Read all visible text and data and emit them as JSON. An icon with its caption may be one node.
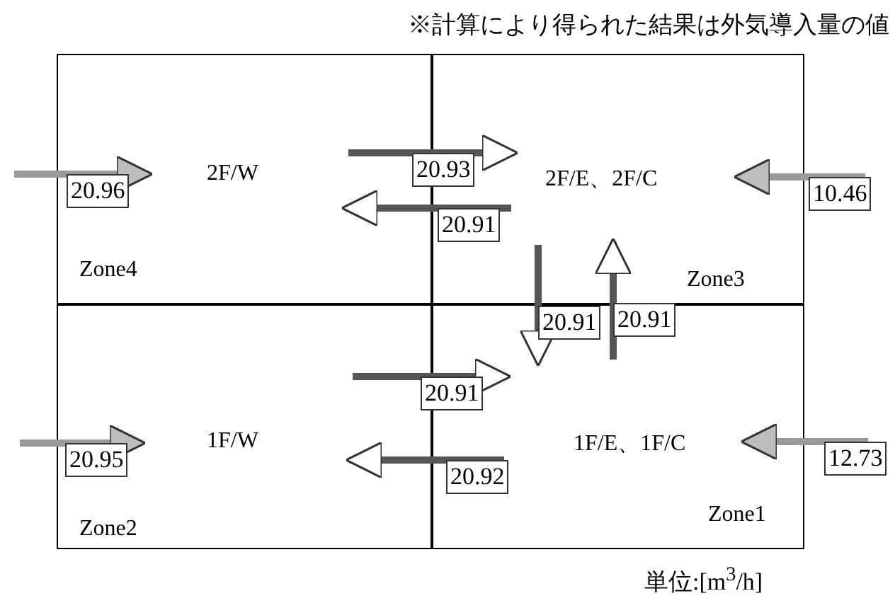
{
  "diagram": {
    "nodes": [
      {
        "text": [
          "2F/W",
          "Zone4"
        ]
      },
      {
        "text": [
          "2F/E、2F/C",
          "Zone3"
        ]
      },
      {
        "text": [
          "1F/W",
          "Zone2"
        ]
      },
      {
        "text": [
          "1F/E、1F/C",
          "Zone1"
        ]
      }
    ],
    "edges": [
      {
        "from": null,
        "to": 0,
        "arrow": "to",
        "label": "20.96"
      },
      {
        "from": 0,
        "to": 1,
        "arrow": "to",
        "label": "20.93"
      },
      {
        "from": 1,
        "to": 0,
        "arrow": "to",
        "label": "20.91"
      },
      {
        "from": 1,
        "to": 3,
        "arrow": "to",
        "label": "20.91"
      },
      {
        "from": 3,
        "to": 1,
        "arrow": "to",
        "label": "20.91"
      },
      {
        "from": 2,
        "to": 3,
        "arrow": "to",
        "label": "20.91"
      },
      {
        "from": 3,
        "to": 2,
        "arrow": "to",
        "label": "20.92"
      },
      {
        "from": null,
        "to": 2,
        "arrow": "to",
        "label": "20.95"
      },
      {
        "from": null,
        "to": 1,
        "arrow": "to",
        "label": "10.46"
      },
      {
        "from": null,
        "to": 3,
        "arrow": "to",
        "label": "12.73"
      }
    ],
    "labels": [
      "※計算により得られた結果は外気導入量の値",
      "単位:[m$^{3}$/h]"
    ]
  }
}
